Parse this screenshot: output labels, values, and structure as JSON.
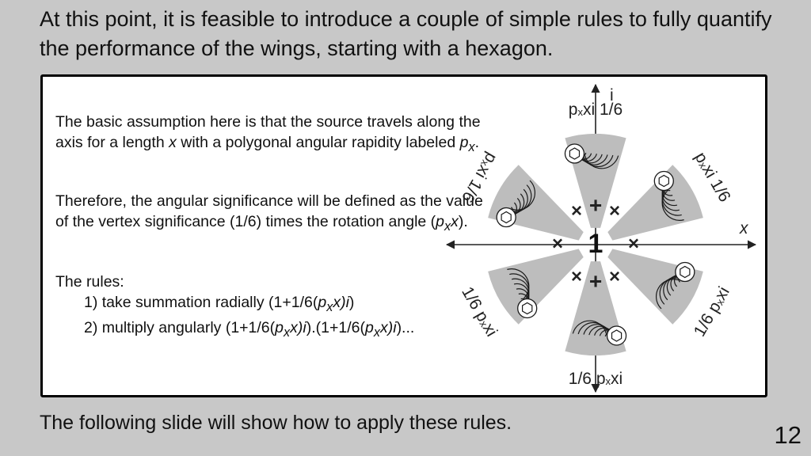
{
  "slide": {
    "title": "At this point, it is feasible to introduce a couple of simple rules to fully quantify the performance of the wings, starting with a hexagon.",
    "footer": "The following slide will show how to apply these rules.",
    "page_number": "12"
  },
  "text": {
    "p1_a": "The basic assumption here is that the source travels along the axis for a length ",
    "p1_x": "x",
    "p1_b": " with a polygonal angular rapidity labeled ",
    "p1_p": "p",
    "p1_psub": "x",
    "p1_end": ".",
    "p2_a": "Therefore, the angular significance will be defined as the value of the vertex significance (1/6) times the rotation angle (",
    "p2_p": "p",
    "p2_psub": "x",
    "p2_x": "x",
    "p2_end": ").",
    "rules_heading": "The rules:",
    "rule1_a": "1) take summation radially (1+1/6(",
    "rule1_p": "p",
    "rule1_psub": "x",
    "rule1_x": "x)",
    "rule1_i": "i",
    "rule1_end": ")",
    "rule2_a": "2) multiply angularly (1+1/6(",
    "rule2_p": "p",
    "rule2_psub": "x",
    "rule2_x": "x)",
    "rule2_i": "i",
    "rule2_mid": ").(1+1/6(",
    "rule2_p2": "p",
    "rule2_psub2": "x",
    "rule2_x2": "x)",
    "rule2_i2": "i",
    "rule2_end": ")..."
  },
  "diagram": {
    "axis_i": "i",
    "axis_x": "x",
    "center": "1",
    "plus": "+",
    "times": "×",
    "label_prefix": "p",
    "label_sub": "x",
    "label_xi": "xi",
    "fraction": "1/6"
  }
}
